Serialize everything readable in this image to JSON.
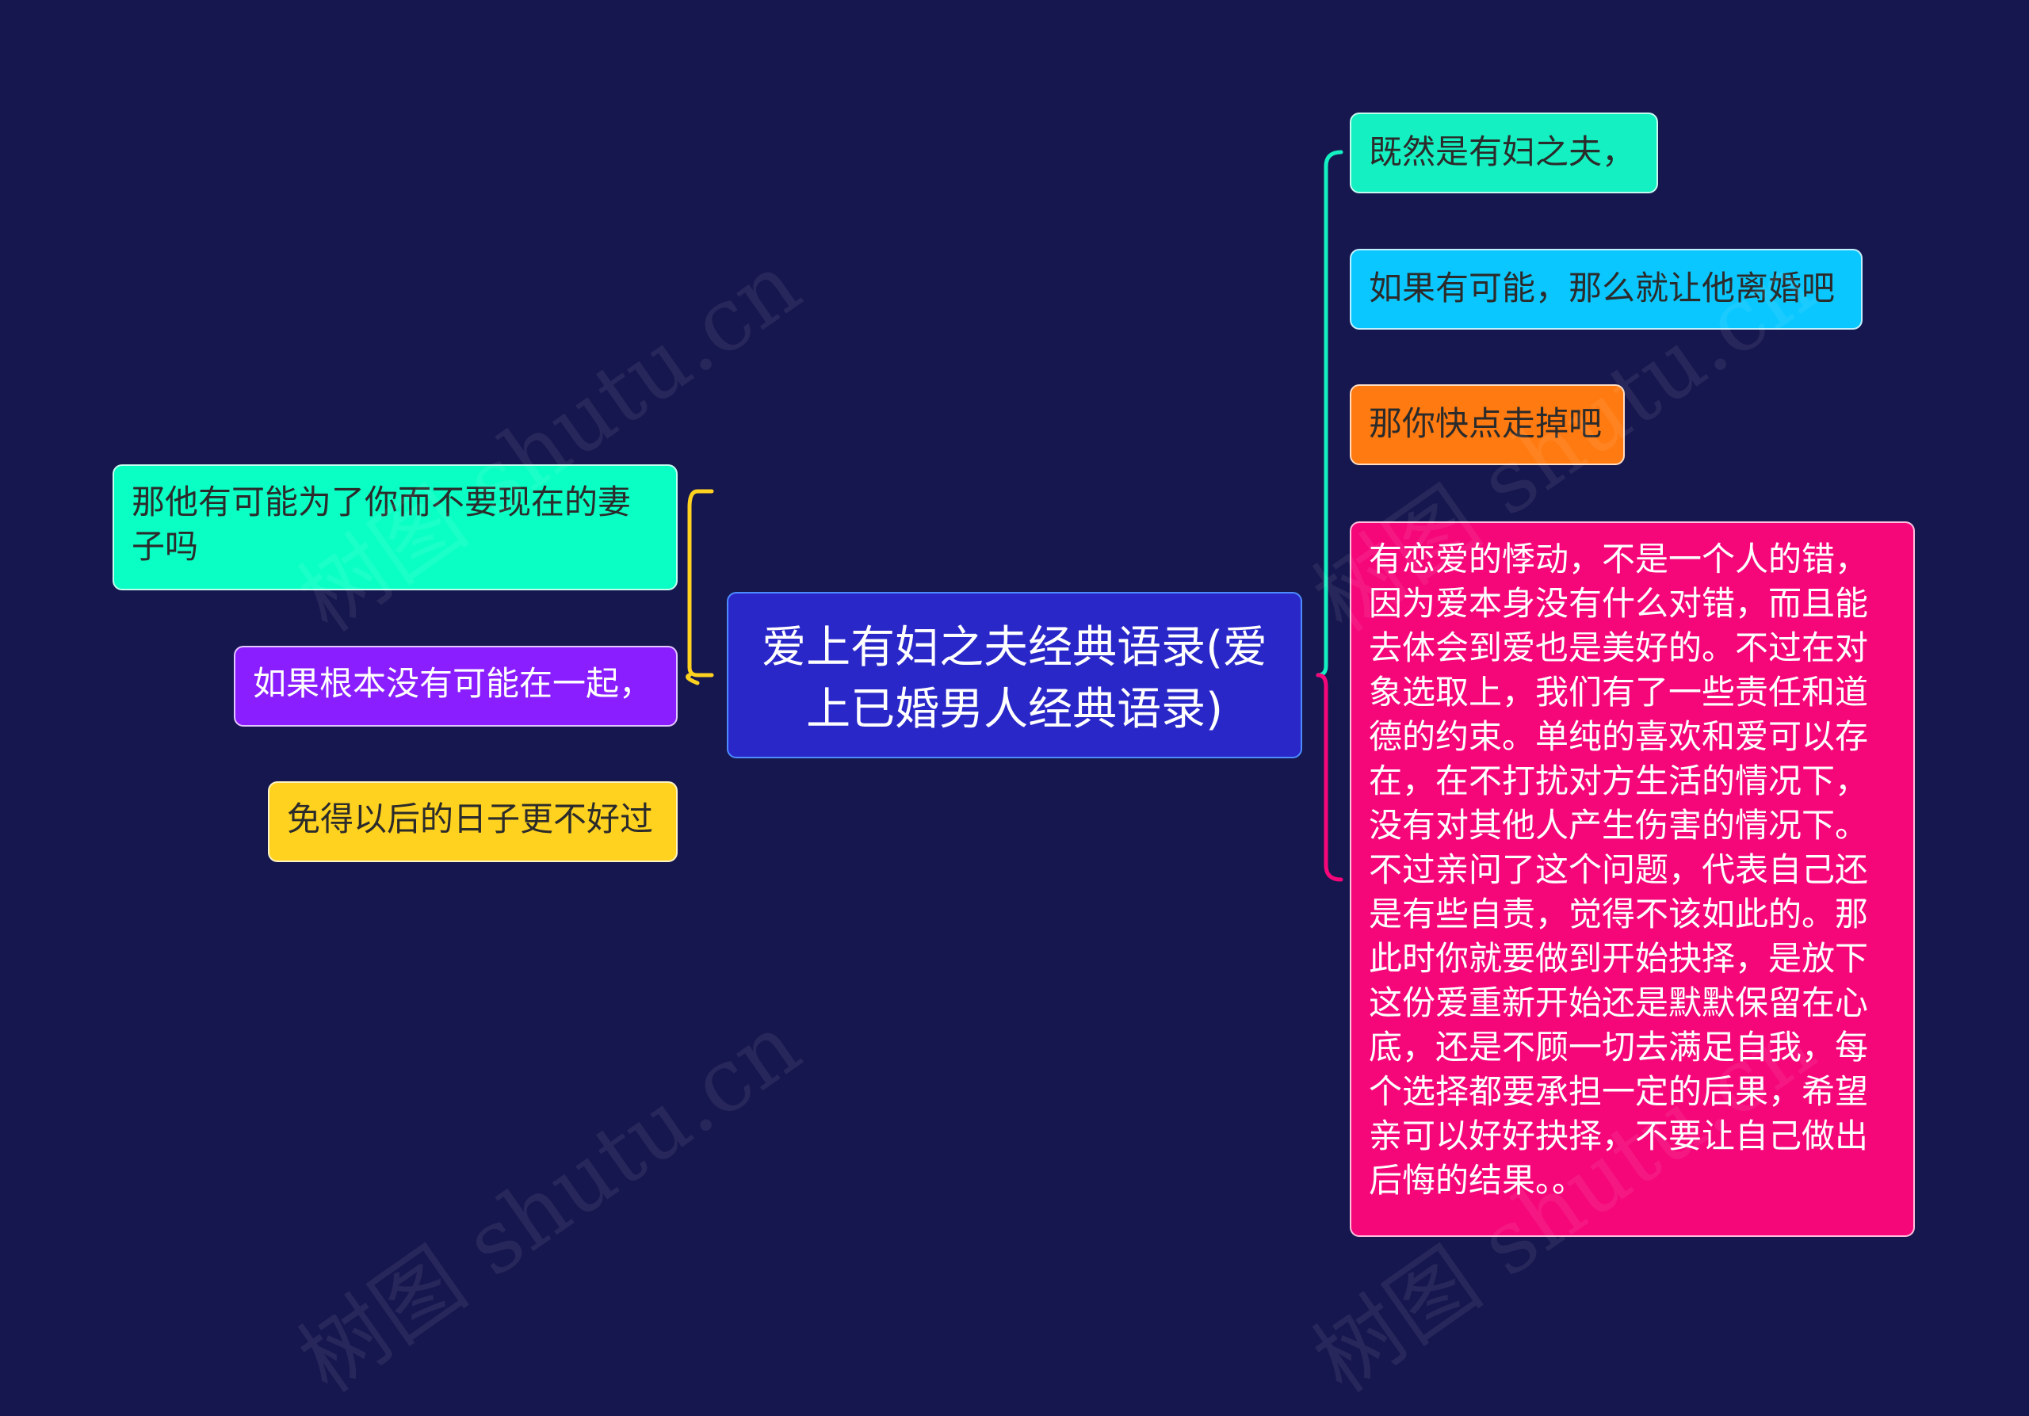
{
  "watermark": "树图 shutu.cn",
  "root": {
    "text": "爱上有妇之夫经典语录(爱上已婚男人经典语录)",
    "color": "#2a27c8"
  },
  "left_nodes": [
    {
      "text": "那他有可能为了你而不要现在的妻子吗",
      "color": "#0affc4"
    },
    {
      "text": "如果根本没有可能在一起，",
      "color": "#8a1eff"
    },
    {
      "text": "免得以后的日子更不好过",
      "color": "#ffd21f"
    }
  ],
  "right_nodes": [
    {
      "text": "既然是有妇之夫，",
      "color": "#14f0c1"
    },
    {
      "text": "如果有可能，那么就让他离婚吧",
      "color": "#0ac8ff"
    },
    {
      "text": "那你快点走掉吧",
      "color": "#ff7a10"
    },
    {
      "text": "有恋爱的悸动，不是一个人的错，因为爱本身没有什么对错，而且能去体会到爱也是美好的。不过在对象选取上，我们有了一些责任和道德的约束。单纯的喜欢和爱可以存在，在不打扰对方生活的情况下，没有对其他人产生伤害的情况下。不过亲问了这个问题，代表自己还是有些自责，觉得不该如此的。那此时你就要做到开始抉择，是放下这份爱重新开始还是默默保留在心底，还是不顾一切去满足自我，每个选择都要承担一定的后果，希望亲可以好好抉择，不要让自己做出后悔的结果。。",
      "color": "#f5077a"
    }
  ],
  "connector_colors": {
    "left": "#ffd21f",
    "right_upper": "#14f0c1",
    "right_lower": "#f5077a"
  }
}
